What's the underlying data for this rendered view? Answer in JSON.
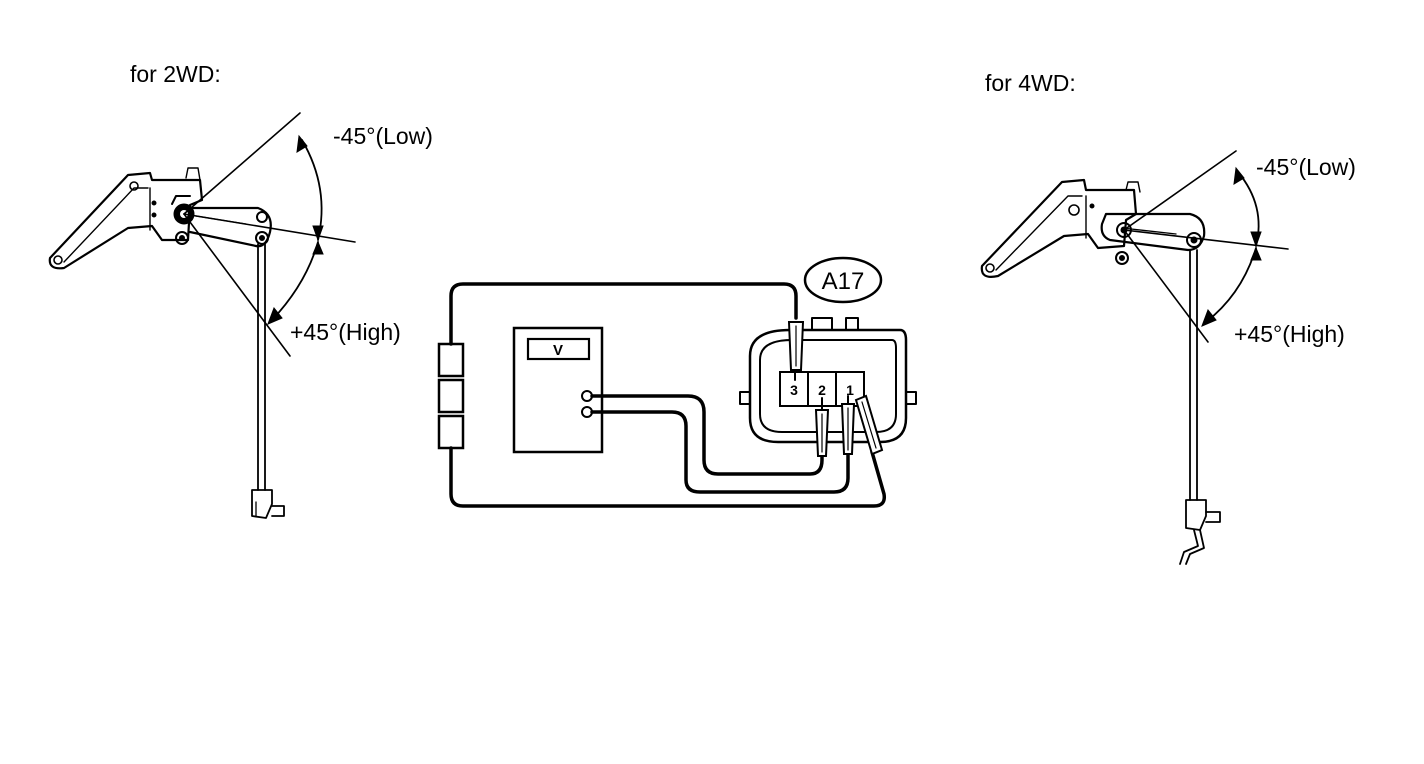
{
  "labels": {
    "title_2wd": "for 2WD:",
    "title_4wd": "for 4WD:",
    "low_2wd": "-45°(Low)",
    "high_2wd": "+45°(High)",
    "low_4wd": "-45°(Low)",
    "high_4wd": "+45°(High)",
    "connector_code": "A17",
    "meter_symbol": "V",
    "pins": [
      "3",
      "2",
      "1"
    ]
  },
  "colors": {
    "ink": "#000000",
    "background": "#ffffff"
  }
}
